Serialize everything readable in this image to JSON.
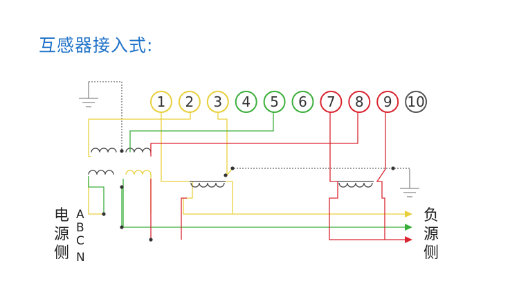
{
  "title": "互感器接入式:",
  "terminals": [
    {
      "label": "1",
      "color": "#e9cf3a"
    },
    {
      "label": "2",
      "color": "#e9cf3a"
    },
    {
      "label": "3",
      "color": "#e9cf3a"
    },
    {
      "label": "4",
      "color": "#3aae3a"
    },
    {
      "label": "5",
      "color": "#3aae3a"
    },
    {
      "label": "6",
      "color": "#3aae3a"
    },
    {
      "label": "7",
      "color": "#d9242f"
    },
    {
      "label": "8",
      "color": "#d9242f"
    },
    {
      "label": "9",
      "color": "#d9242f"
    },
    {
      "label": "10",
      "color": "#555555"
    }
  ],
  "source_side": [
    "电",
    "源",
    "侧"
  ],
  "load_side": [
    "负",
    "源",
    "侧"
  ],
  "phases": [
    {
      "label": "A",
      "color": "#e9cf3a"
    },
    {
      "label": "B",
      "color": "#3aae3a"
    },
    {
      "label": "C",
      "color": "#d9242f"
    },
    {
      "label": "N",
      "color": "#222222"
    }
  ]
}
